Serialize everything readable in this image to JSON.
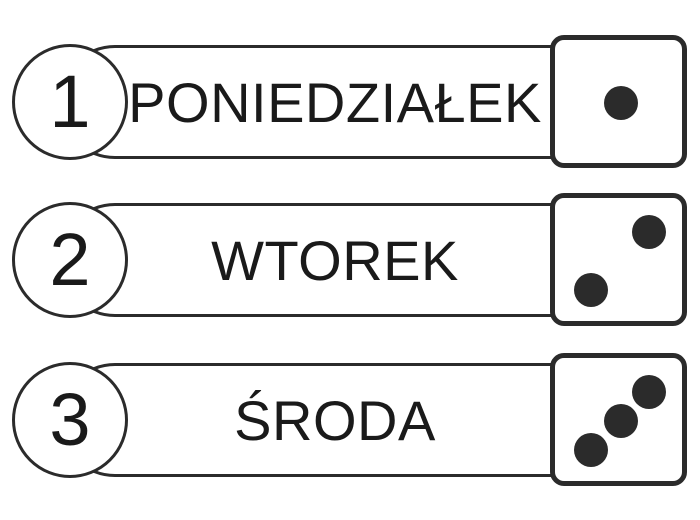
{
  "colors": {
    "ink": "#2b2b2b",
    "text": "#1a1a1a",
    "background": "#ffffff"
  },
  "rows": [
    {
      "number": "1",
      "day": "PONIEDZIAŁEK",
      "dice": "1"
    },
    {
      "number": "2",
      "day": "WTOREK",
      "dice": "2"
    },
    {
      "number": "3",
      "day": "ŚRODA",
      "dice": "3"
    }
  ]
}
